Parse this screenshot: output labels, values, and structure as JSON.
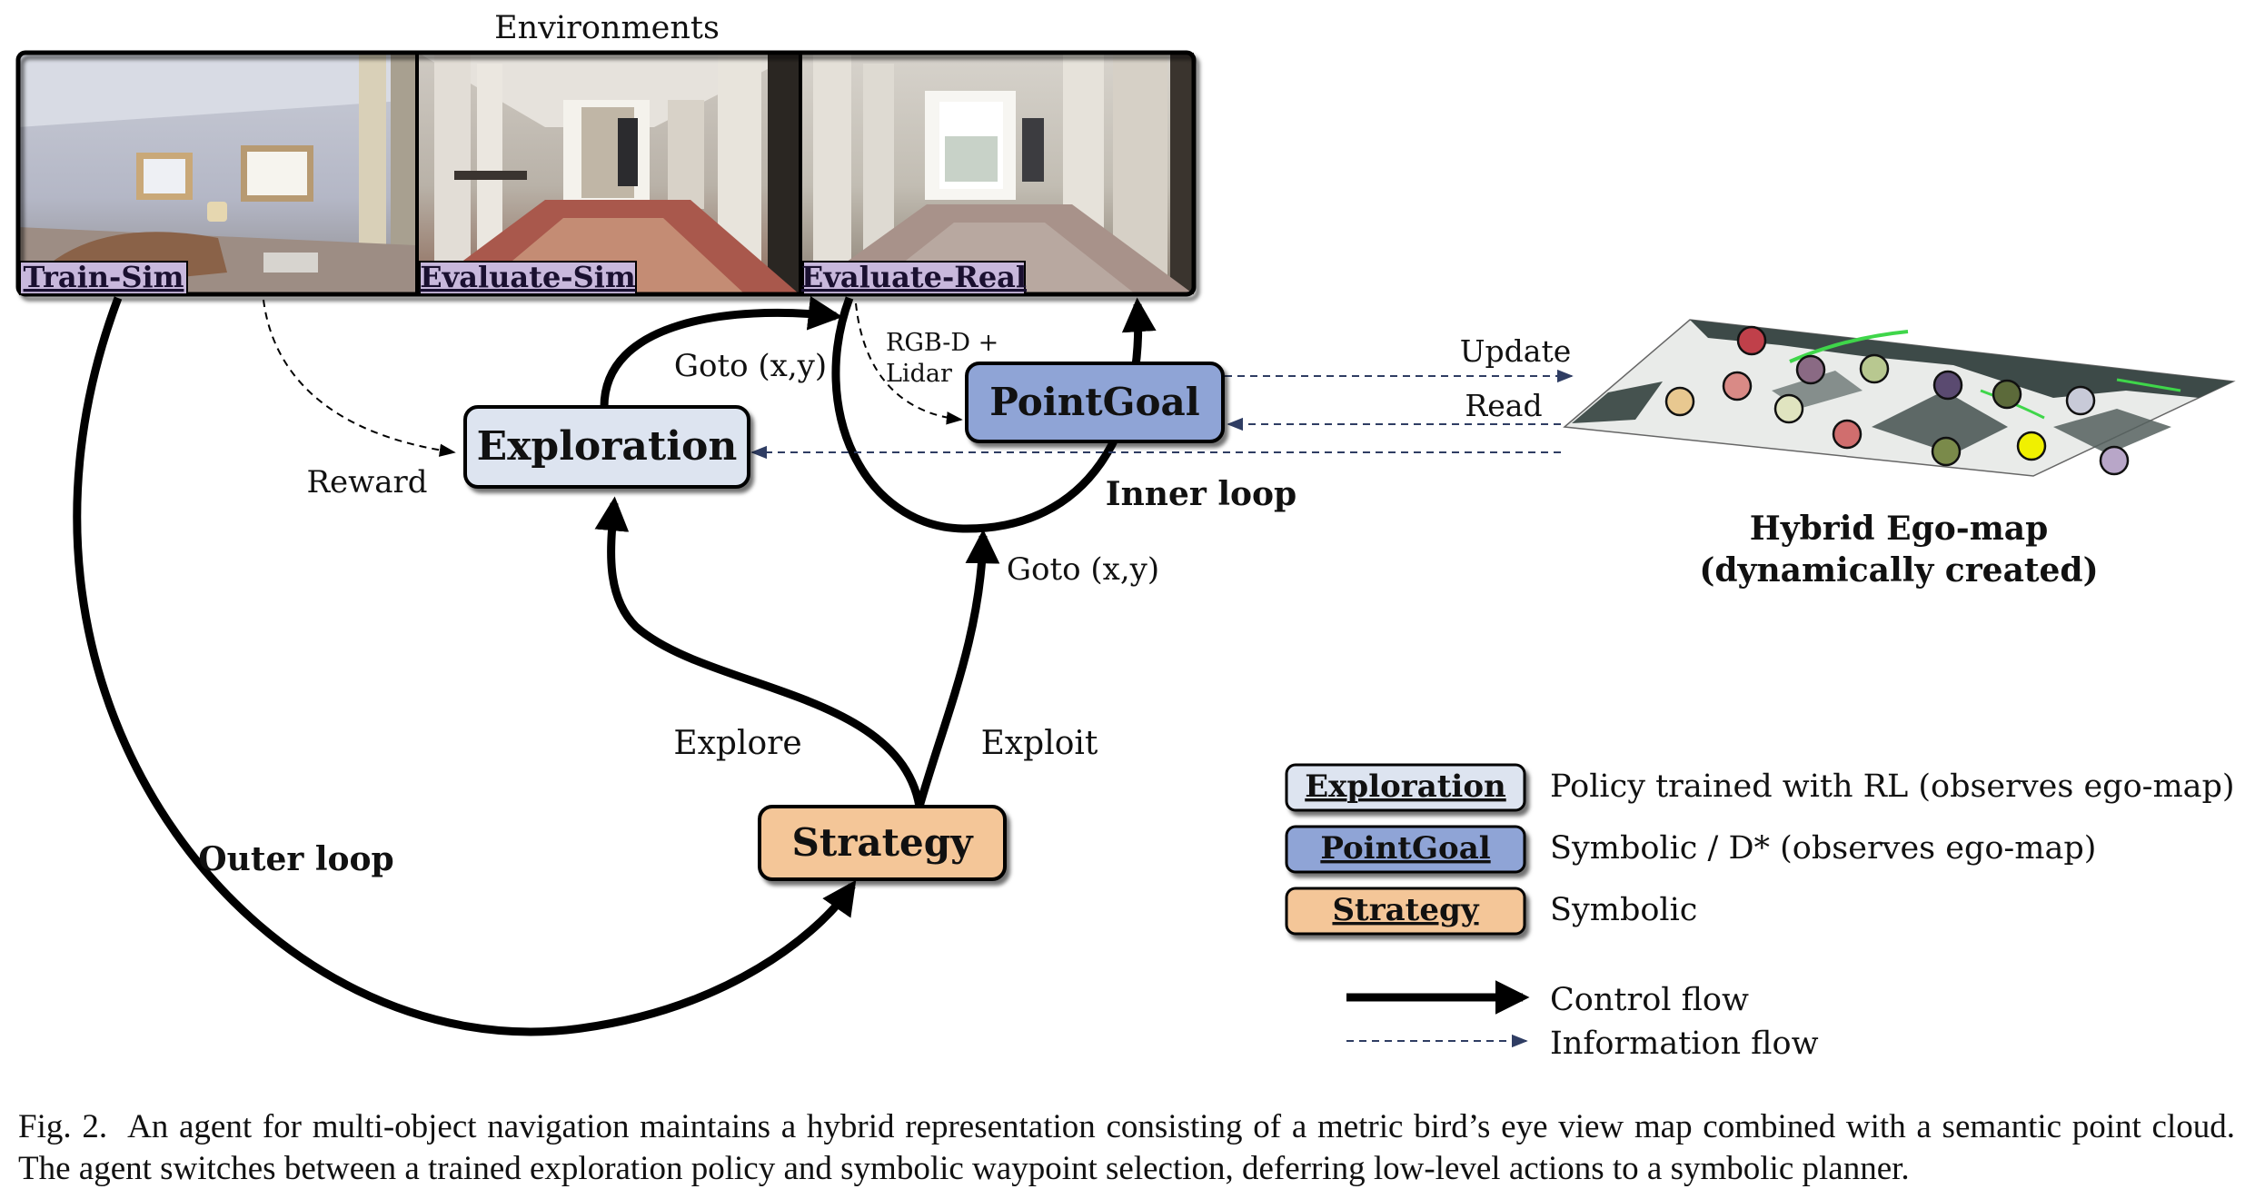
{
  "environments": {
    "title": "Environments",
    "panels": [
      {
        "label": "Train-Sim"
      },
      {
        "label": "Evaluate-Sim"
      },
      {
        "label": "Evaluate-Real"
      }
    ]
  },
  "nodes": {
    "exploration": "Exploration",
    "pointgoal": "PointGoal",
    "strategy": "Strategy"
  },
  "edge_labels": {
    "reward": "Reward",
    "goto_top": "Goto (x,y)",
    "goto_right": "Goto (x,y)",
    "rgbd_line1": "RGB-D +",
    "rgbd_line2": "Lidar",
    "update": "Update",
    "read": "Read",
    "inner_loop": "Inner loop",
    "outer_loop": "Outer loop",
    "explore": "Explore",
    "exploit": "Exploit"
  },
  "egomap": {
    "title_line1": "Hybrid Ego-map",
    "title_line2": "(dynamically created)",
    "marker_colors": [
      "#c0404a",
      "#d98a86",
      "#8a6a84",
      "#b8c890",
      "#5a4a70",
      "#5c6a3a",
      "#c8cad8",
      "#e8c890",
      "#e0e4c0",
      "#d06e6e",
      "#7a8a4a",
      "#f0f000",
      "#b8a6c8"
    ]
  },
  "legend": {
    "items": [
      {
        "box": "Exploration",
        "desc": "Policy trained with RL (observes ego-map)",
        "color": "#dde4f0"
      },
      {
        "box": "PointGoal",
        "desc": "Symbolic / D* (observes ego-map)",
        "color": "#8fa4d6"
      },
      {
        "box": "Strategy",
        "desc": "Symbolic",
        "color": "#f4c698"
      }
    ],
    "control_flow": "Control flow",
    "information_flow": "Information flow"
  },
  "caption": {
    "label": "Fig. 2.",
    "text": "An agent for multi-object navigation maintains a hybrid representation consisting of a metric bird’s eye view map combined with a semantic point cloud. The agent switches between a trained exploration policy and symbolic waypoint selection, deferring low-level actions to a symbolic planner."
  }
}
